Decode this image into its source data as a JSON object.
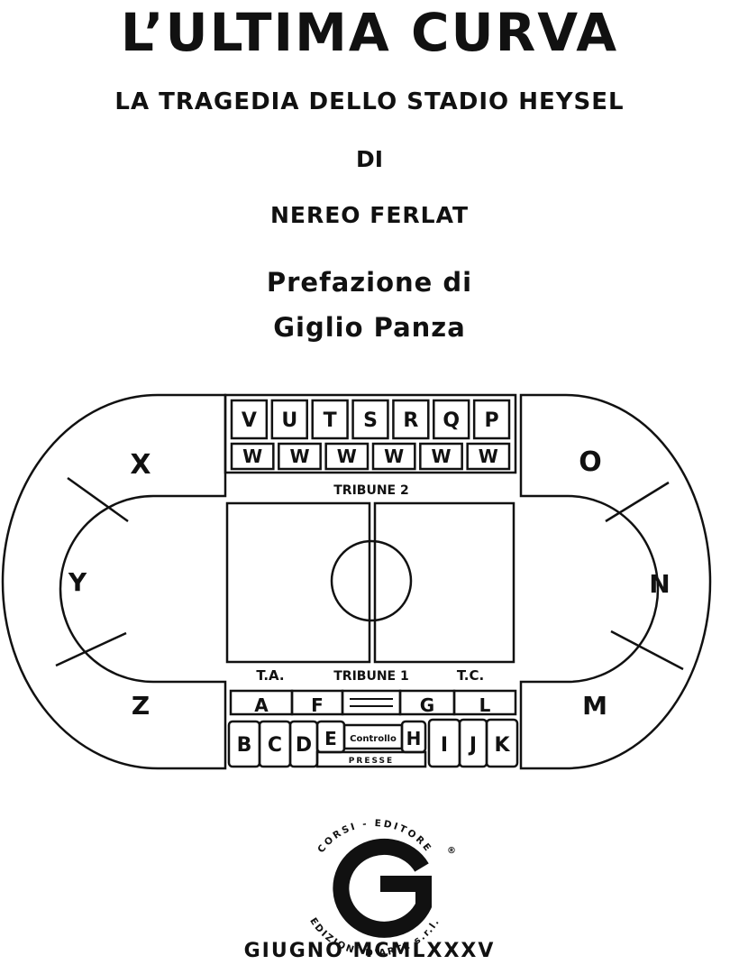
{
  "title": "L’ULTIMA CURVA",
  "subtitle": "LA TRAGEDIA DELLO STADIO HEYSEL",
  "by": "DI",
  "author": "NEREO FERLAT",
  "preface_line1": "Prefazione di",
  "preface_line2": "Giglio Panza",
  "stadium": {
    "tribune2_top": [
      "V",
      "U",
      "T",
      "S",
      "R",
      "Q",
      "P"
    ],
    "tribune2_bottom": [
      "W",
      "W",
      "W",
      "W",
      "W",
      "W"
    ],
    "tribune2_label": "TRIBUNE 2",
    "tribune1_label": "TRIBUNE 1",
    "ta_label": "T.A.",
    "tc_label": "T.C.",
    "left_curve": [
      "X",
      "Y",
      "Z"
    ],
    "right_curve": [
      "O",
      "N",
      "M"
    ],
    "tribune1_top": [
      "A",
      "F",
      "G",
      "L"
    ],
    "tribune1_bottom_left": [
      "B",
      "C",
      "D",
      "E"
    ],
    "controllo": "Controllo",
    "h": "H",
    "tribune1_bottom_right": [
      "I",
      "J",
      "K"
    ],
    "presse": "PRESSE"
  },
  "publisher": {
    "top_arc": "CORSI - EDITORE",
    "registered": "®",
    "bottom_arc": "EDIZIONI D'ARTE s.r.l."
  },
  "date": "GIUGNO MCMLXXXV"
}
